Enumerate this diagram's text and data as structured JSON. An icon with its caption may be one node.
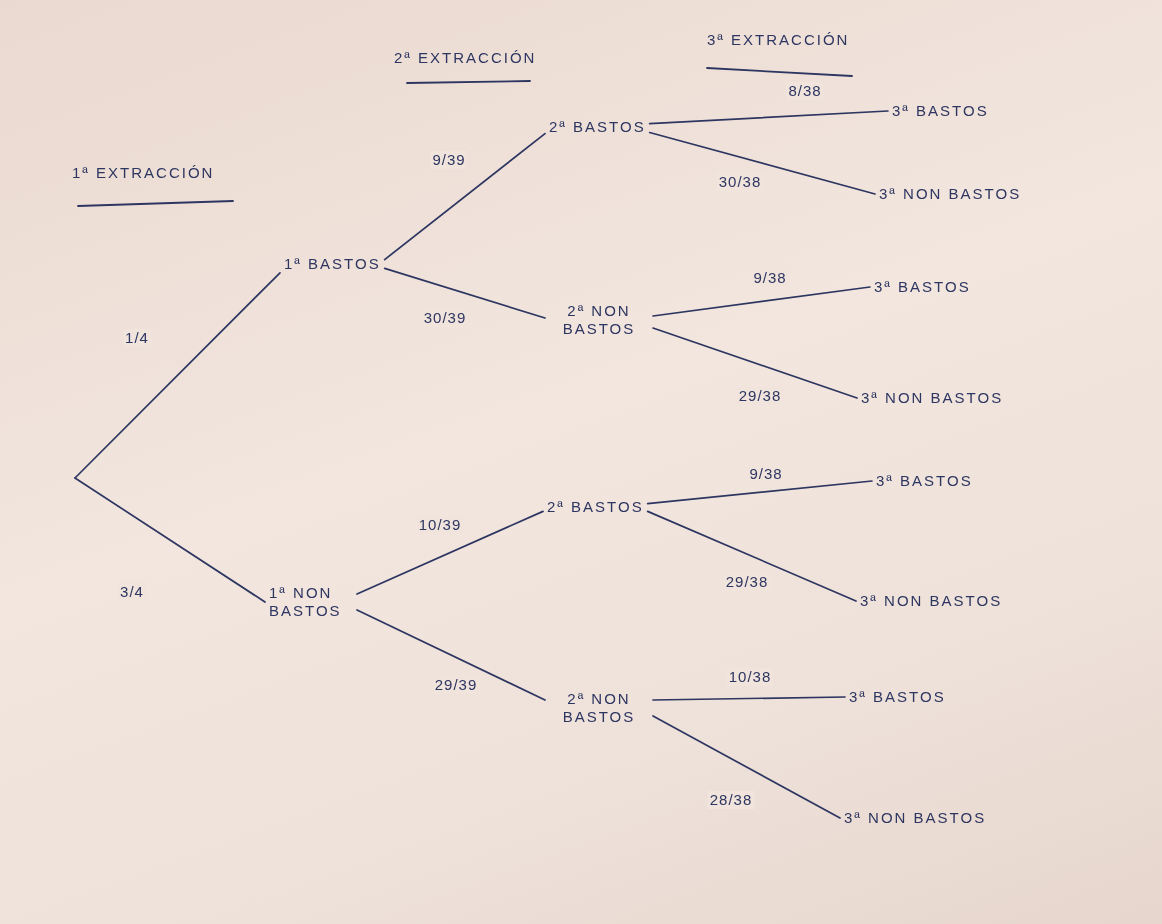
{
  "diagram": {
    "nodes": [
      {
        "text": [
          "1ª BASTOS"
        ]
      },
      {
        "text": [
          "1ª NON BASTOS"
        ]
      },
      {
        "text": [
          "2ª BASTOS"
        ]
      },
      {
        "text": [
          "2ª NON BASTOS"
        ]
      },
      {
        "text": [
          "2ª BASTOS"
        ]
      },
      {
        "text": [
          "2ª NON BASTOS"
        ]
      },
      {
        "text": [
          "3ª BASTOS"
        ]
      },
      {
        "text": [
          "3ª NON BASTOS"
        ]
      },
      {
        "text": [
          "3ª BASTOS"
        ]
      },
      {
        "text": [
          "3ª NON BASTOS"
        ]
      },
      {
        "text": [
          "3ª BASTOS"
        ]
      },
      {
        "text": [
          "3ª NON BASTOS"
        ]
      },
      {
        "text": [
          "3ª BASTOS"
        ]
      },
      {
        "text": [
          "3ª NON BASTOS"
        ]
      }
    ],
    "edges": [
      {
        "from": null,
        "to": 0,
        "arrow": "none",
        "label": "1/4"
      },
      {
        "from": null,
        "to": 1,
        "arrow": "none",
        "label": "3/4"
      },
      {
        "from": 0,
        "to": 2,
        "arrow": "none",
        "label": "9/39"
      },
      {
        "from": 0,
        "to": 3,
        "arrow": "none",
        "label": "30/39"
      },
      {
        "from": 1,
        "to": 4,
        "arrow": "none",
        "label": "10/39"
      },
      {
        "from": 1,
        "to": 5,
        "arrow": "none",
        "label": "29/39"
      },
      {
        "from": 2,
        "to": 6,
        "arrow": "none",
        "label": "8/38"
      },
      {
        "from": 2,
        "to": 7,
        "arrow": "none",
        "label": "30/38"
      },
      {
        "from": 3,
        "to": 8,
        "arrow": "none",
        "label": "9/38"
      },
      {
        "from": 3,
        "to": 9,
        "arrow": "none",
        "label": "29/38"
      },
      {
        "from": 4,
        "to": 10,
        "arrow": "none",
        "label": "9/38"
      },
      {
        "from": 4,
        "to": 11,
        "arrow": "none",
        "label": "29/38"
      },
      {
        "from": 5,
        "to": 12,
        "arrow": "none",
        "label": "10/38"
      },
      {
        "from": 5,
        "to": 13,
        "arrow": "none",
        "label": "28/38"
      }
    ],
    "labels": [
      "1ª EXTRACCIÓN",
      "2ª EXTRACCIÓN",
      "3ª EXTRACCIÓN"
    ]
  }
}
